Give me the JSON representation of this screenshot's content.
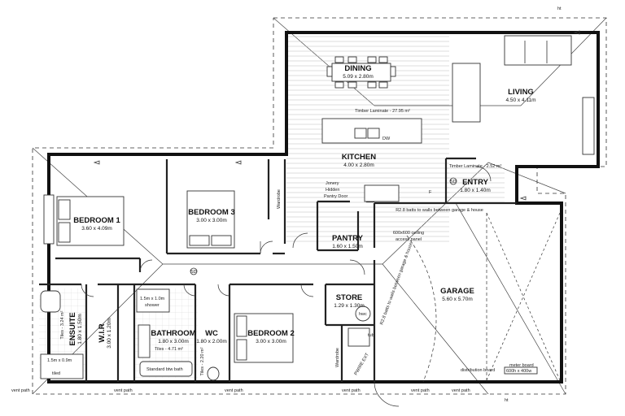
{
  "rooms": {
    "dining": {
      "name": "DINING",
      "dim": "5.09 x 2.80m"
    },
    "living": {
      "name": "LIVING",
      "dim": "4.50 x 4.11m"
    },
    "kitchen": {
      "name": "KITCHEN",
      "dim": "4.00 x 2.80m"
    },
    "entry": {
      "name": "ENTRY",
      "dim": "1.80 x 1.40m"
    },
    "bedroom1": {
      "name": "BEDROOM 1",
      "dim": "3.60 x 4.09m"
    },
    "bedroom3": {
      "name": "BEDROOM 3",
      "dim": "3.00 x 3.00m"
    },
    "pantry": {
      "name": "PANTRY",
      "dim": "1.60 x 1.50m"
    },
    "garage": {
      "name": "GARAGE",
      "dim": "5.60 x 5.70m"
    },
    "store": {
      "name": "STORE",
      "dim": "1.29 x 1.30m"
    },
    "bedroom2": {
      "name": "BEDROOM 2",
      "dim": "3.00 x 3.00m"
    },
    "bathroom": {
      "name": "BATHROOM",
      "dim": "1.80 x 3.00m"
    },
    "wc": {
      "name": "WC",
      "dim": "1.80 x 2.00m"
    },
    "ensuite": {
      "name": "ENSUITE",
      "dim": "1.80 x 1.50m"
    },
    "wir": {
      "name": "W.I.R",
      "dim": "3.00 x 1.20m"
    }
  },
  "notes": {
    "timber_laminate_main": "Timber Laminate - 27.95 m²",
    "timber_laminate_entry": "Timber Laminate - 2.52 m²",
    "dw": "DW",
    "jonery": "Jonery",
    "hidden": "Hidden",
    "pantry_door": "Pantry Door",
    "r28_garage_house": "R2.8 batts to walls between garage & house",
    "ceiling_access_1": "600x600 ceiling",
    "ceiling_access_2": "access panel",
    "r28_vertical": "R2.8 batts to walls between garage & house",
    "wardrobe": "Wardrobe",
    "tiles_bath": "Tiles - 4.71 m²",
    "tiles_ensuite": "Tiles - 3.24 m²",
    "tiles_wc": "Tiles - 2.20 m²",
    "shower_bath": "1.5m x 1.0m",
    "shower_bath_sub": "shower",
    "shower_ensuite": "1.5m x 0.9m",
    "shower_ensuite_sub": "tiled",
    "standard_bath": "Standard btw bath",
    "distribution_board": "distribution board",
    "meter_board": "meter board",
    "meter_board_size": "600h x 400w",
    "vent_path": "vent path",
    "ht": "ht",
    "hwc": "hwc",
    "tub": "tub",
    "fridge": "F",
    "pwire": "PWIRE EXT",
    "marker_sd": "SD",
    "marker_sd2": "SD"
  }
}
